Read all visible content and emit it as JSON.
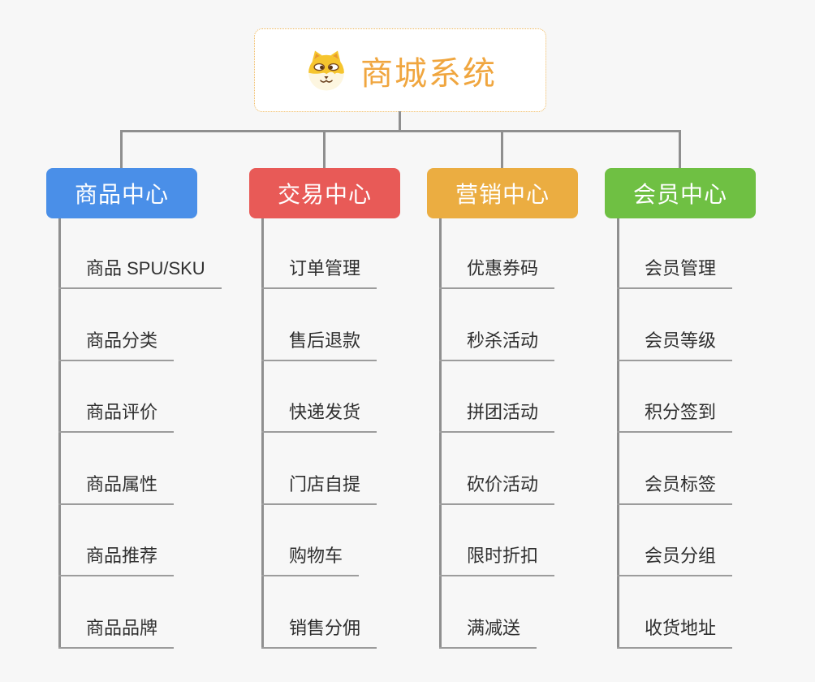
{
  "root": {
    "title": "商城系统",
    "icon": "dog-logo-icon",
    "accent_color": "#f0a63f",
    "border_color": "#efb85c"
  },
  "branches": [
    {
      "label": "商品中心",
      "color": "#4a8fe8",
      "children": [
        "商品 SPU/SKU",
        "商品分类",
        "商品评价",
        "商品属性",
        "商品推荐",
        "商品品牌"
      ]
    },
    {
      "label": "交易中心",
      "color": "#e85a57",
      "children": [
        "订单管理",
        "售后退款",
        "快递发货",
        "门店自提",
        "购物车",
        "销售分佣"
      ]
    },
    {
      "label": "营销中心",
      "color": "#ebad41",
      "children": [
        "优惠券码",
        "秒杀活动",
        "拼团活动",
        "砍价活动",
        "限时折扣",
        "满减送"
      ]
    },
    {
      "label": "会员中心",
      "color": "#6fc043",
      "children": [
        "会员管理",
        "会员等级",
        "积分签到",
        "会员标签",
        "会员分组",
        "收货地址"
      ]
    }
  ],
  "connector_color": "#8f8f8f",
  "leaf_underline_color": "#9c9c9c"
}
